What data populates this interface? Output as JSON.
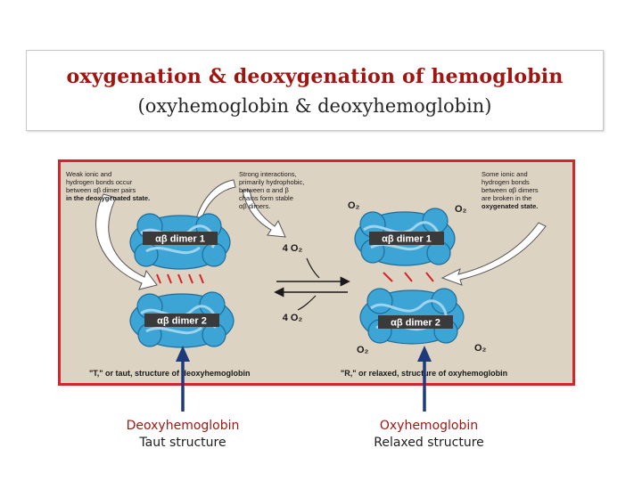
{
  "title": {
    "main": "oxygenation & deoxygenation of hemoglobin",
    "sub": "(oxyhemoglobin & deoxyhemoglobin)"
  },
  "figure": {
    "note_weak_left": [
      "Weak ionic and",
      "hydrogen bonds occur",
      "between αβ dimer pairs",
      "in the deoxygenated state."
    ],
    "note_strong": [
      "Strong interactions,",
      "primarily hydrophobic,",
      "between α and β",
      "chains form stable",
      "αβ dimers."
    ],
    "note_weak_right": [
      "Some ionic and",
      "hydrogen bonds",
      "between αβ dimers",
      "are broken in the",
      "oxygenated state."
    ],
    "dimer1_label": "αβ dimer 1",
    "dimer2_label": "αβ dimer 2",
    "o2_forward": "4 O₂",
    "o2_reverse": "4 O₂",
    "o2": "O₂",
    "caption_t": "\"T,\" or taut, structure of deoxyhemoglobin",
    "caption_r": "\"R,\" or relaxed, structure of oxyhemoglobin",
    "colors": {
      "panel": "#ddd3c2",
      "border": "#d7232a",
      "protein": "#3da4d6",
      "protein_dark": "#1f6d9a"
    }
  },
  "labels": {
    "left_line1": "Deoxyhemoglobin",
    "left_line2": "Taut structure",
    "right_line1": "Oxyhemoglobin",
    "right_line2": "Relaxed structure"
  },
  "colors": {
    "title": "#a0150f",
    "pointer_arrow": "#1d3b7a"
  }
}
